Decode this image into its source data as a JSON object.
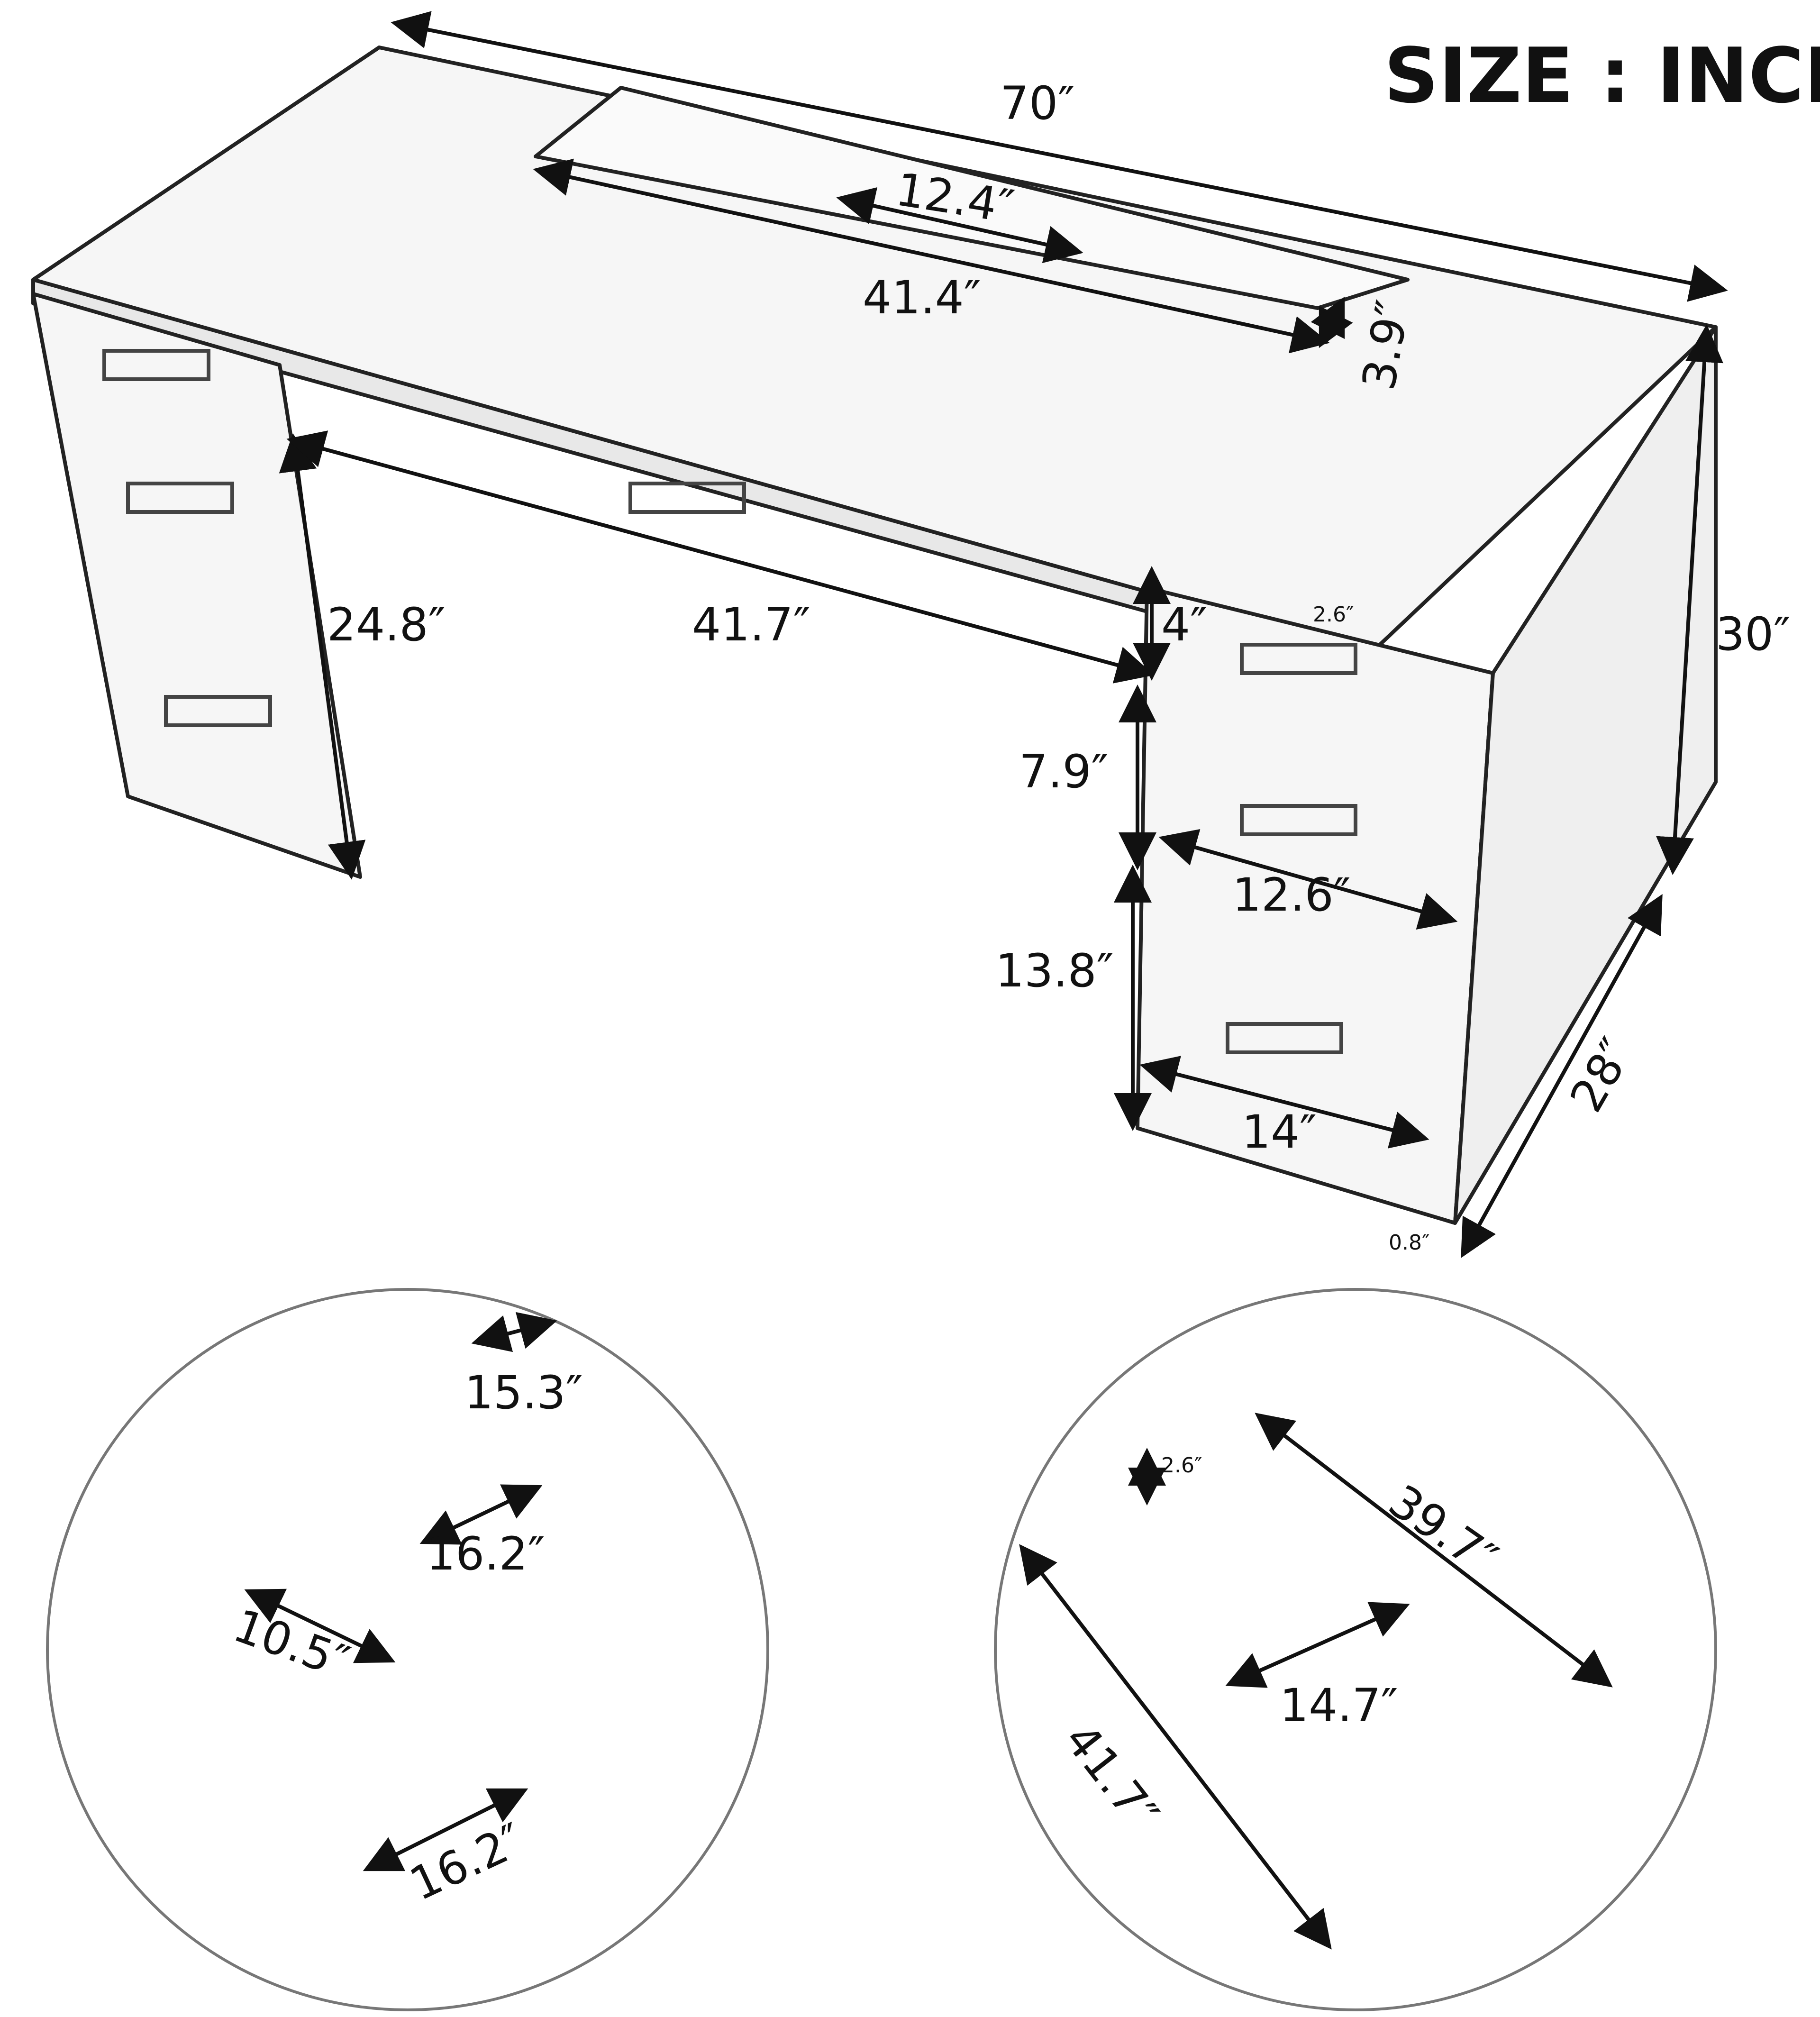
{
  "title": "SIZE : INCH",
  "main_view": {
    "dimensions": {
      "overall_width": "70″",
      "keyboard_tray_width": "41.4″",
      "keyboard_tray_segment": "12.4″",
      "keyboard_tray_depth": "3.9″",
      "height": "30″",
      "depth": "28″",
      "knee_clearance_height": "24.8″",
      "knee_clearance_width": "41.7″",
      "center_drawer_height": "4″",
      "drawer_inner_height": "2.6″",
      "middle_drawer_height": "7.9″",
      "pedestal_drawer_width": "12.6″",
      "bottom_drawer_height": "13.8″",
      "pedestal_width": "14″",
      "foot_height": "0.8″"
    }
  },
  "detail_left": {
    "dimensions": {
      "top_drawer_depth": "15.3″",
      "middle_drawer_depth": "16.2″",
      "bottom_drawer_width": "10.5″",
      "bottom_drawer_depth": "16.2″"
    }
  },
  "detail_right": {
    "dimensions": {
      "drawer_height": "2.6″",
      "drawer_length": "39.7″",
      "drawer_width": "14.7″",
      "drawer_outer_length": "41.7″"
    }
  },
  "colors": {
    "line": "#1a1a1a",
    "fill": "#f4f4f4",
    "background": "#ffffff"
  }
}
